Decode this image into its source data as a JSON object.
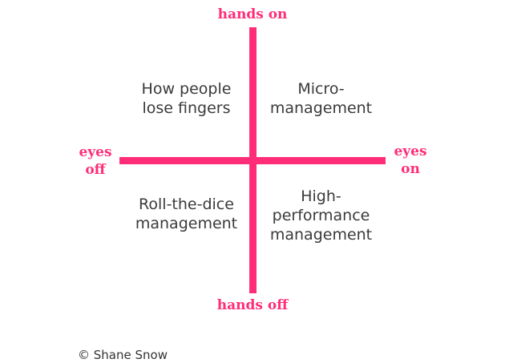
{
  "colors": {
    "accent": "#ff2d78",
    "text": "#3a3a3a"
  },
  "axes": {
    "top": "hands on",
    "bottom": "hands off",
    "left": "eyes\noff",
    "right": "eyes\non"
  },
  "quadrants": {
    "top_left": "How people\nlose fingers",
    "top_right": "Micro-\nmanagement",
    "bottom_left": "Roll-the-dice\nmanagement",
    "bottom_right": "High-\nperformance\nmanagement"
  },
  "footer": {
    "copyright": "© Shane Snow"
  }
}
